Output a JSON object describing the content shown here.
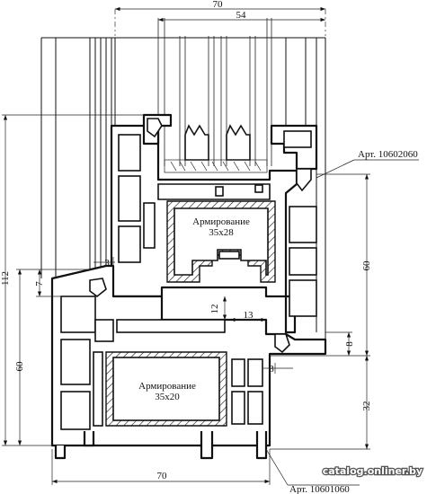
{
  "dimensions": {
    "top_outer": "70",
    "top_inner": "54",
    "left_overall": "112",
    "left_frame_height": "60",
    "left_small": "7",
    "gap_3_upper": "3",
    "right_60": "60",
    "reinforce_gap_12": "12",
    "reinforce_gap_13": "13",
    "right_8": "8",
    "gap_3_lower": "3",
    "right_32": "32",
    "bottom_70": "70"
  },
  "labels": {
    "reinforcement_top_line1": "Армирование",
    "reinforcement_top_line2": "35x28",
    "reinforcement_bottom_line1": "Армирование",
    "reinforcement_bottom_line2": "35x20",
    "article_top": "Арт. 10602060",
    "article_bottom": "Арт. 10601060"
  },
  "watermark": "catalog.onliner.by"
}
